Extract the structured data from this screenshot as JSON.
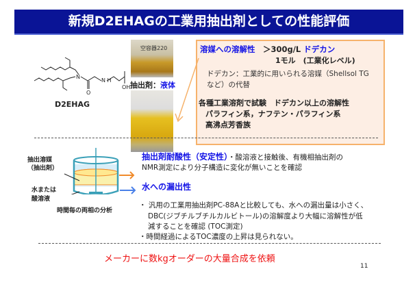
{
  "title": "新規D2EHAGの工業用抽出剤としての性能評価",
  "molecule": {
    "name": "D2EHAG",
    "labels": {
      "n": "N",
      "nh": "N\nH",
      "o": "O",
      "oh": "OH"
    }
  },
  "photos": {
    "caption_prefix": "抽出剤：",
    "caption_value": "液体",
    "top_label": "空容器220"
  },
  "solubility_box": {
    "heading": "溶媒への溶解性",
    "value": "＞300g/L",
    "solvent": "ドデカン",
    "line2": "1モル　(工業化レベル)",
    "note1": "ドデカン：工業的に用いられる溶媒（Shellsol TG",
    "note2": "など）の代替",
    "test1": "各種工業溶剤で試験　ドデカン以上の溶解性",
    "test2": "パラフィン系，ナフテン・パラフィン系",
    "test3": "高沸点芳香族"
  },
  "diagram": {
    "label_top1": "抽出溶媒",
    "label_top2": "（抽出剤）",
    "label_bottom1": "水または",
    "label_bottom2": "酸溶液",
    "caption": "時間毎の両相の分析"
  },
  "acid": {
    "heading": "抽出剤耐酸性（安定性）",
    "text1": "・酸溶液と接触後、有機相抽出剤の",
    "text2": "NMR測定により分子構造に変化が無いことを確認"
  },
  "leach": {
    "heading": "水への漏出性",
    "b1a": "・ 汎用の工業用抽出剤PC-88Aと比較しても、水への漏出量は小さく、",
    "b1b": "DBC(ジブチルブチルカルビトール)の溶解度より大幅に溶解性が低",
    "b1c": "減することを確認 (TOC測定)",
    "b2": "・時間経過によるTOC濃度の上昇は見られない。"
  },
  "conclusion": "メーカーに数kgオーダーの大量合成を依頼",
  "page_number": "11",
  "colors": {
    "title_bg": "#0a1496",
    "accent_blue": "#1515e6",
    "red": "#ee1111",
    "orange": "#f6b26b"
  }
}
